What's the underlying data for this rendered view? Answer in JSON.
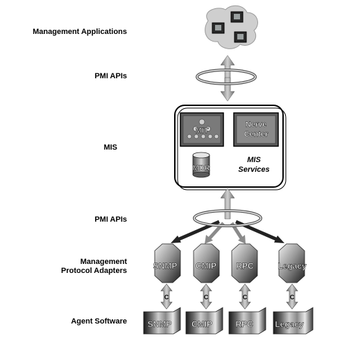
{
  "layers": {
    "applications": "Management Applications",
    "pmi_top": "PMI APIs",
    "mis": "MIS",
    "pmi_bottom": "PMI APIs",
    "adapters_line1": "Management",
    "adapters_line2": "Protocol Adapters",
    "agents": "Agent Software"
  },
  "mis_box": {
    "mit": "MIT",
    "nerve_line1": "Nerve",
    "nerve_line2": "Center",
    "mdr": "MDR",
    "services_line1": "MIS",
    "services_line2": "Services"
  },
  "adapters": [
    "SNMP",
    "CMIP",
    "RPC",
    "Legacy"
  ],
  "agents": [
    "SNMP",
    "CMIP",
    "RPC",
    "Legacy"
  ],
  "links": [
    "C",
    "C",
    "C",
    "C"
  ],
  "colors": {
    "ring": "#8c8c8c",
    "arrow": "#9a9a9a",
    "box_dark": "#5a5a5a",
    "box_light": "#d8d8d8",
    "cloud": "#cfcfcf"
  }
}
